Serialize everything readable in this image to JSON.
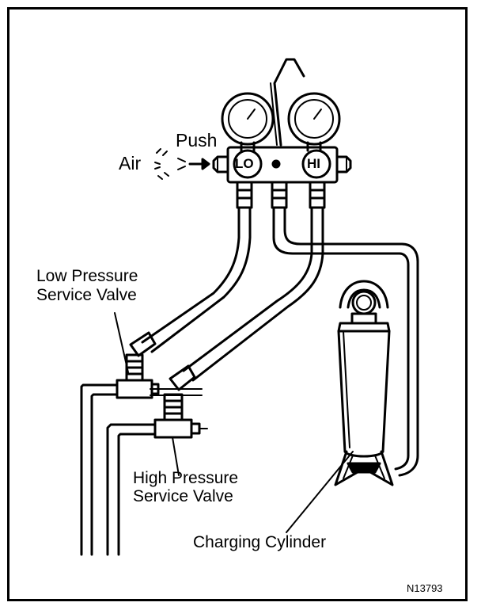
{
  "labels": {
    "push": "Push",
    "air": "Air",
    "lo": "LO",
    "hi": "HI",
    "low_pressure_line1": "Low Pressure",
    "low_pressure_line2": "Service Valve",
    "high_pressure_line1": "High Pressure",
    "high_pressure_line2": "Service Valve",
    "charging_cylinder": "Charging Cylinder",
    "figure_code": "N13793"
  },
  "colors": {
    "ink": "#000000",
    "paper": "#ffffff"
  }
}
